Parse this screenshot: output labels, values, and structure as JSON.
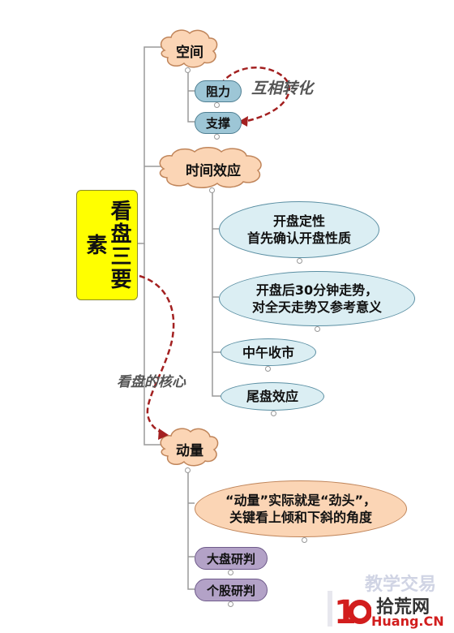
{
  "root": {
    "label": "看盘三要素"
  },
  "branches": {
    "space": {
      "label": "空间",
      "children": [
        "阻力",
        "支撑"
      ]
    },
    "time": {
      "label": "时间效应",
      "children": [
        "开盘定性\n首先确认开盘性质",
        "开盘后30分钟走势，\n对全天走势又参考意义",
        "中午收市",
        "尾盘效应"
      ]
    },
    "momentum": {
      "label": "动量",
      "children": [
        "“动量”实际就是“劲头”，\n关键看上倾和下斜的角度",
        "大盘研判",
        "个股研判"
      ]
    }
  },
  "annotations": {
    "mutual": "互相转化",
    "core": "看盘的核心"
  },
  "watermark": {
    "brand": "拾荒网",
    "site": "Huang.CN",
    "faded": "教学交易"
  },
  "colors": {
    "root_fill": "#ffff00",
    "cloud_fill": "#fbd5b5",
    "pill_blue": "#9dc6d6",
    "pill_purple": "#b3a2c7",
    "ellipse_blue": "#dbeef3",
    "ellipse_orange": "#fbd5b5",
    "arrow": "#a32020"
  }
}
